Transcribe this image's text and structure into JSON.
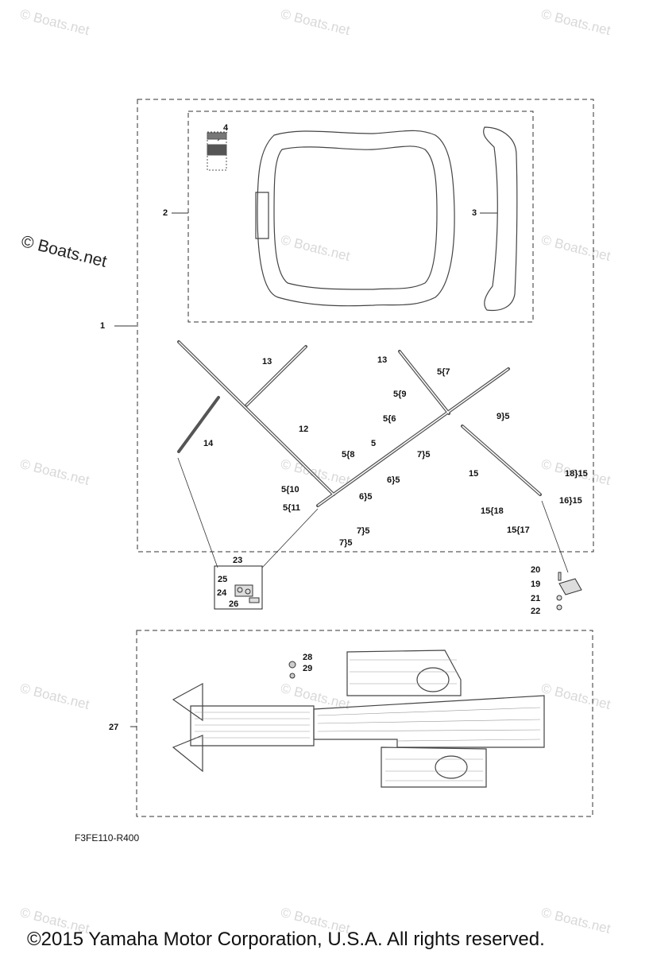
{
  "watermarks": {
    "light": "© Boats.net",
    "strong": "© Boats.net"
  },
  "callouts": {
    "c1": "1",
    "c2": "2",
    "c3": "3",
    "c4": "4",
    "c13a": "13",
    "c13b": "13",
    "c12": "12",
    "c14": "14",
    "c15": "15",
    "c5": "5",
    "c5_7": "5{7",
    "c5_9": "5{9",
    "c5_6": "5{6",
    "c9_5": "9}5",
    "c7_5a": "7}5",
    "c5_8": "5{8",
    "c6_5a": "6}5",
    "c5_10": "5{10",
    "c6_5b": "6}5",
    "c5_11": "5{11",
    "c7_5b": "7}5",
    "c7_5c": "7}5",
    "c18_15": "18}15",
    "c16_15": "16}15",
    "c15_18": "15{18",
    "c15_17": "15{17",
    "c23": "23",
    "c25": "25",
    "c24": "24",
    "c26": "26",
    "c20": "20",
    "c19": "19",
    "c21": "21",
    "c22": "22",
    "c27": "27",
    "c28": "28",
    "c29": "29"
  },
  "diagram_code": "F3FE110-R400",
  "copyright": "©2015 Yamaha Motor Corporation, U.S.A. All rights reserved."
}
